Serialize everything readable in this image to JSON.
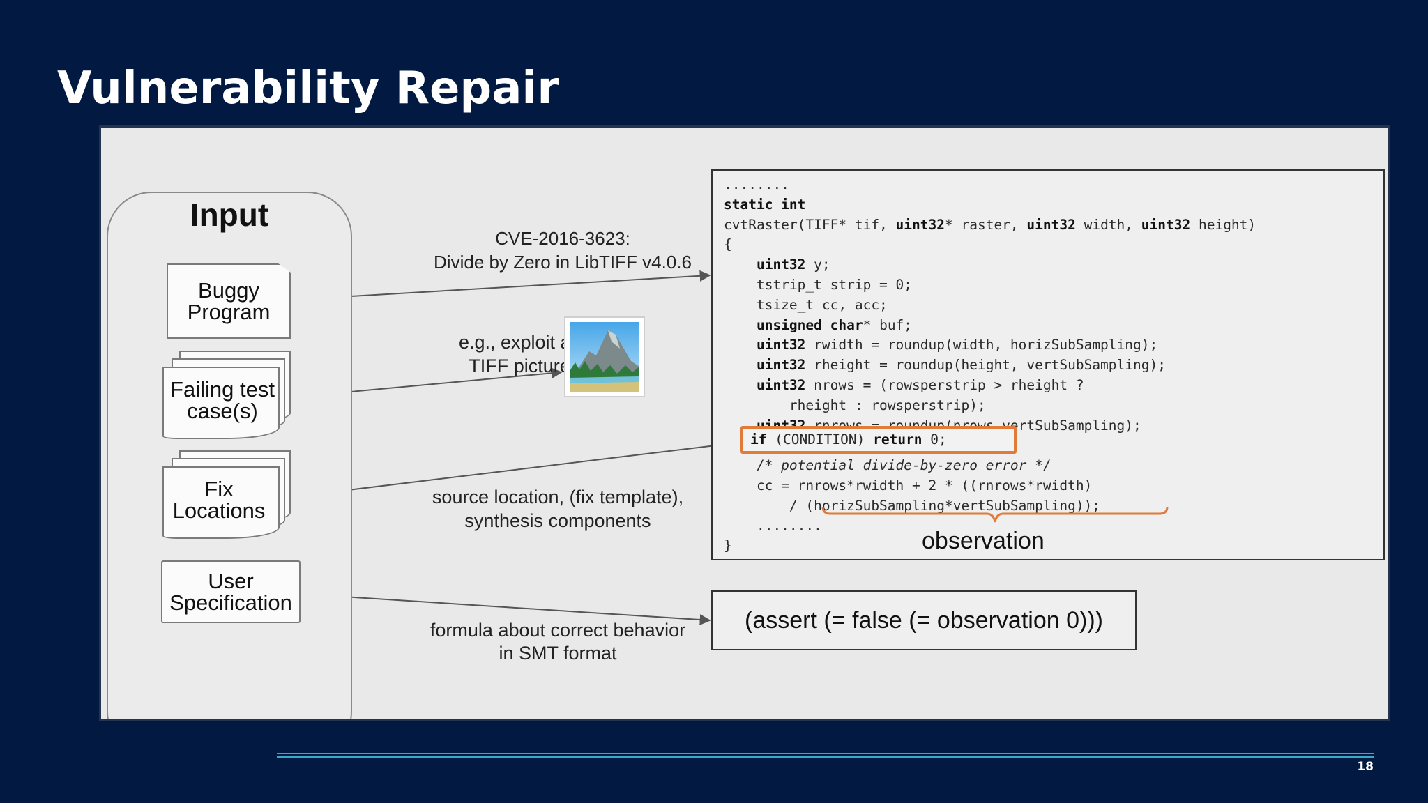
{
  "slide": {
    "title": "Vulnerability Repair",
    "page_number": "18"
  },
  "input": {
    "title": "Input",
    "items": [
      {
        "label": "Buggy\nProgram"
      },
      {
        "label": "Failing test\ncase(s)"
      },
      {
        "label": "Fix\nLocations"
      },
      {
        "label": "User\nSpecification"
      }
    ]
  },
  "arrows": {
    "cve_label": "CVE-2016-3623:\nDivide by Zero in LibTIFF v4.0.6",
    "exploit_label": "e.g., exploit as\nTIFF picture",
    "fix_label": "source location, (fix template),\nsynthesis components",
    "spec_label": "formula about correct behavior\nin SMT format"
  },
  "code": {
    "lines": [
      "........",
      "static int",
      "cvtRaster(TIFF* tif, uint32* raster, uint32 width, uint32 height)",
      "{",
      "    uint32 y;",
      "    tstrip_t strip = 0;",
      "    tsize_t cc, acc;",
      "    unsigned char* buf;",
      "    uint32 rwidth = roundup(width, horizSubSampling);",
      "    uint32 rheight = roundup(height, vertSubSampling);",
      "    uint32 nrows = (rowsperstrip > rheight ?",
      "        rheight : rowsperstrip);",
      "    uint32 rnrows = roundup(nrows,vertSubSampling);",
      "",
      "    /* potential divide-by-zero error */",
      "    cc = rnrows*rwidth + 2 * ((rnrows*rwidth)",
      "        / (horizSubSampling*vertSubSampling));",
      "    ........",
      "}"
    ],
    "inserted_line": "if (CONDITION) return 0;",
    "observation_label": "observation"
  },
  "assert_text": "(assert (= false (= observation 0)))",
  "colors": {
    "background": "#021a42",
    "panel": "#e9e9e9",
    "highlight": "#e07b39",
    "footer_line": "#3aa8c9"
  }
}
